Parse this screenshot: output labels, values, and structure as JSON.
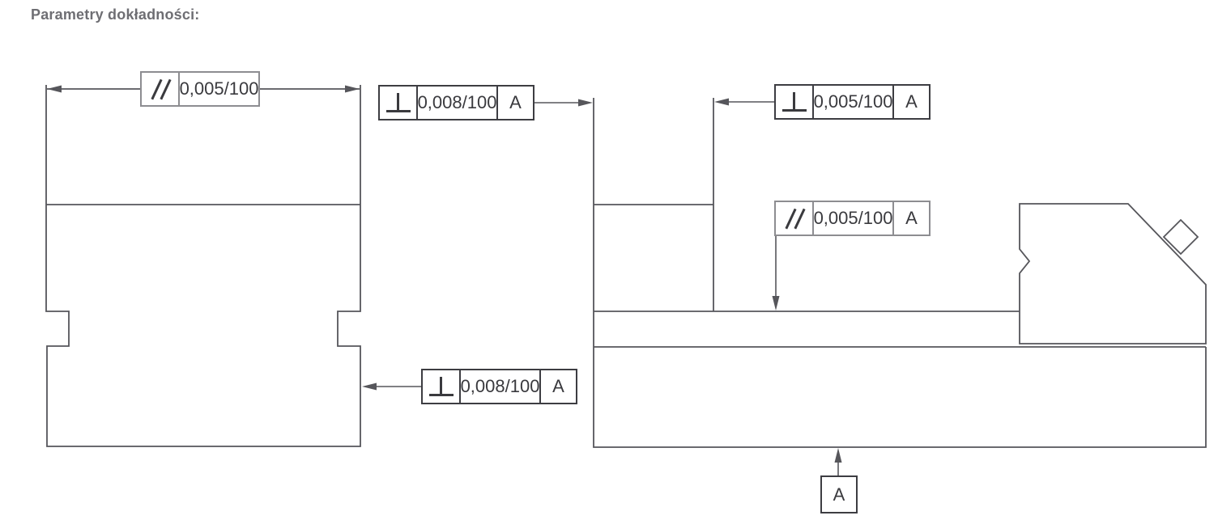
{
  "title": "Parametry dokładności:",
  "colors": {
    "line": "#56565b",
    "frame_border_dark": "#3d3d42",
    "frame_border_light": "#8d8d91",
    "text": "#3a3a3e",
    "title": "#6e6e73",
    "background": "#ffffff"
  },
  "frames": [
    {
      "symbol": "parallelism",
      "value": "0,005/100",
      "datum": ""
    },
    {
      "symbol": "perpendicularity",
      "value": "0,008/100",
      "datum": "A"
    },
    {
      "symbol": "perpendicularity",
      "value": "0,005/100",
      "datum": "A"
    },
    {
      "symbol": "parallelism",
      "value": "0,005/100",
      "datum": "A"
    },
    {
      "symbol": "perpendicularity",
      "value": "0,008/100",
      "datum": "A"
    }
  ],
  "datum": {
    "label": "A"
  }
}
